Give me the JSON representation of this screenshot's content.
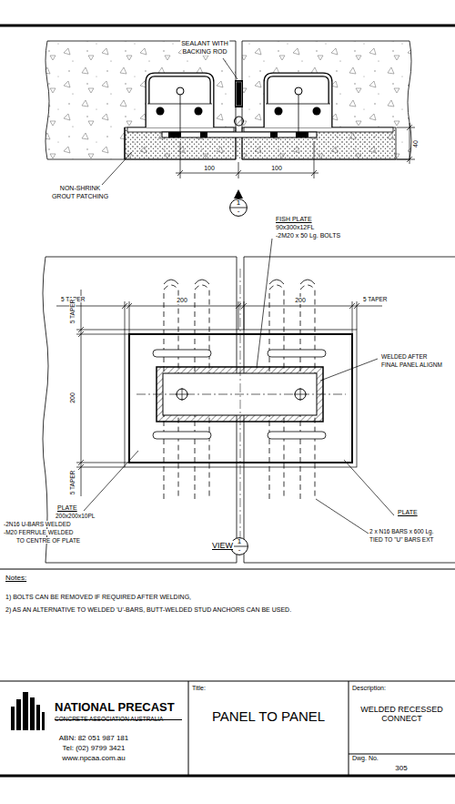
{
  "diagram": {
    "nodes": [
      {
        "text": [
          "1",
          "-"
        ]
      },
      {
        "text": [
          "1",
          "-"
        ]
      },
      {
        "text": [
          "NATIONAL PRECAST",
          "CONCRETE ASSOCIATION AUSTRALIA",
          "ABN: 82 051 987 181",
          "Tel: (02) 9799 3421",
          "www.npcaa.com.au"
        ]
      },
      {
        "text": [
          "Title:",
          "PANEL TO PANEL"
        ]
      },
      {
        "text": [
          "Description:",
          "WELDED RECESSED CONNECT"
        ]
      },
      {
        "text": [
          "Dwg. No.",
          "305"
        ]
      }
    ],
    "labels": [
      "SEALANT WITH",
      "BACKING ROD",
      "100",
      "100",
      "40",
      "NON-SHRINK",
      "GROUT PATCHING",
      "FISH PLATE",
      "90x300x12FL",
      "-2M20 x 50 Lg. BOLTS",
      "5 TAPER",
      "200",
      "200",
      "5 TAPER",
      "5 TAPER",
      "200",
      "5 TAPER",
      "WELDED AFTER",
      "FINAL PANEL ALIGNM",
      "PLATE",
      "2 x N16 BARS x 600 Lg.",
      "TIED TO \"U\" BARS EXT",
      "PLATE",
      "200x200x10PL",
      "-2N16 U-BARS WELDED",
      "-M20 FERRULE WELDED",
      "TO CENTRE OF PLATE",
      "VIEW",
      "Notes:",
      "1) BOLTS CAN BE REMOVED IF REQUIRED AFTER WELDING,",
      "2) AS AN ALTERNATIVE TO WELDED 'U'-BARS,   BUTT-WELDED STUD ANCHORS CAN BE USED."
    ]
  }
}
